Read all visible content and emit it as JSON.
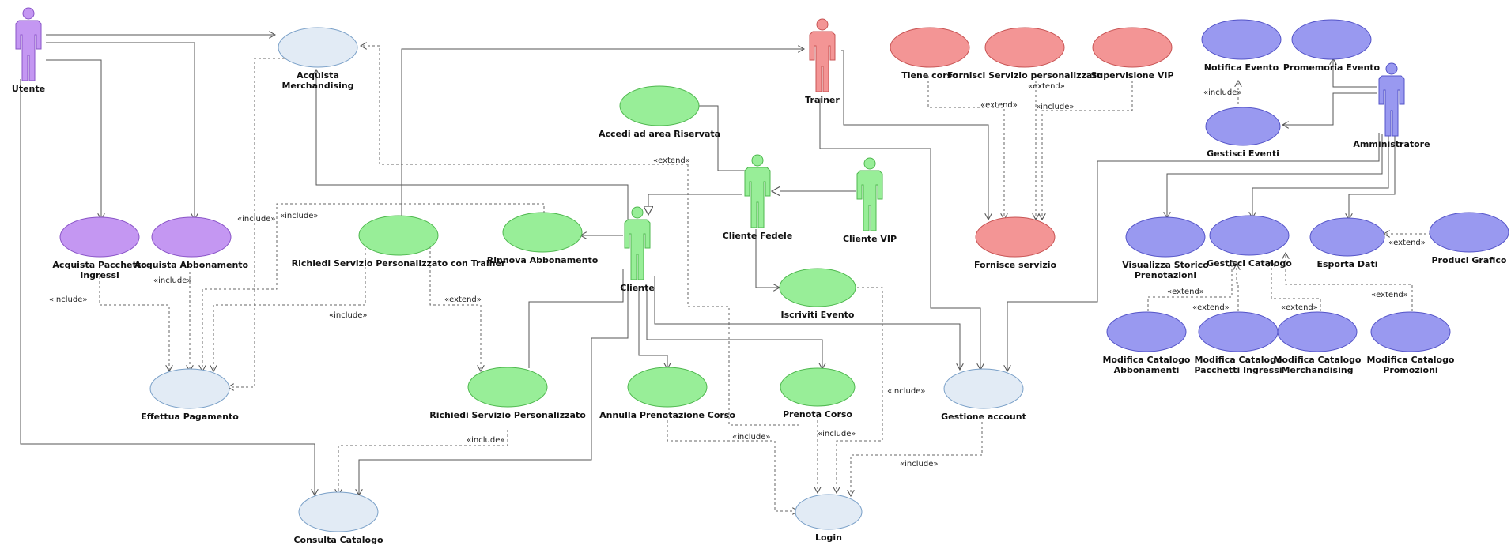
{
  "colors": {
    "utente": "#c497f2",
    "trainer": "#f39595",
    "cliente": "#98ee98",
    "admin": "#9999f0",
    "neutral": "#e2ebf5",
    "utente_stroke": "#8a55c8",
    "trainer_stroke": "#c85454",
    "cliente_stroke": "#4fb84f",
    "admin_stroke": "#5454c8",
    "neutral_stroke": "#7aa0c8"
  },
  "actors": [
    {
      "id": "utente",
      "name": "Utente"
    },
    {
      "id": "trainer",
      "name": "Trainer"
    },
    {
      "id": "amministratore",
      "name": "Amministratore"
    },
    {
      "id": "cliente",
      "name": "Cliente"
    },
    {
      "id": "cliente_fedele",
      "name": "Cliente Fedele"
    },
    {
      "id": "cliente_vip",
      "name": "Cliente VIP"
    }
  ],
  "usecases": [
    {
      "id": "acquista_merch",
      "lines": [
        "Acquista",
        "Merchandising"
      ]
    },
    {
      "id": "acquista_pacchetto",
      "lines": [
        "Acquista Pacchetto",
        "Ingressi"
      ]
    },
    {
      "id": "acquista_abbonamento",
      "lines": [
        "Acquista Abbonamento"
      ]
    },
    {
      "id": "effettua_pagamento",
      "lines": [
        "Effettua Pagamento"
      ]
    },
    {
      "id": "consulta_catalogo",
      "lines": [
        "Consulta Catalogo"
      ]
    },
    {
      "id": "richiedi_trainer",
      "lines": [
        "Richiedi Servizio Personalizzato con Trainer"
      ]
    },
    {
      "id": "rinnova_abbonamento",
      "lines": [
        "Rinnova Abbonamento"
      ]
    },
    {
      "id": "accedi_riservata",
      "lines": [
        "Accedi ad area Riservata"
      ]
    },
    {
      "id": "richiedi_servizio",
      "lines": [
        "Richiedi Servizio Personalizzato"
      ]
    },
    {
      "id": "annulla_prenotazione",
      "lines": [
        "Annulla Prenotazione Corso"
      ]
    },
    {
      "id": "prenota_corso",
      "lines": [
        "Prenota Corso"
      ]
    },
    {
      "id": "iscriviti_evento",
      "lines": [
        "Iscriviti Evento"
      ]
    },
    {
      "id": "login",
      "lines": [
        "Login"
      ]
    },
    {
      "id": "gestione_account",
      "lines": [
        "Gestione account"
      ]
    },
    {
      "id": "tiene_corso",
      "lines": [
        "Tiene corso"
      ]
    },
    {
      "id": "fornisci_servizio",
      "lines": [
        "Fornisci Servizio personalizzato"
      ]
    },
    {
      "id": "supervisione_vip",
      "lines": [
        "Supervisione VIP"
      ]
    },
    {
      "id": "fornisce_servizio",
      "lines": [
        "Fornisce servizio"
      ]
    },
    {
      "id": "notifica_evento",
      "lines": [
        "Notifica Evento"
      ]
    },
    {
      "id": "promemoria_evento",
      "lines": [
        "Promemoria Evento"
      ]
    },
    {
      "id": "gestisci_eventi",
      "lines": [
        "Gestisci Eventi"
      ]
    },
    {
      "id": "visualizza_storico",
      "lines": [
        "Visualizza Storico",
        "Prenotazioni"
      ]
    },
    {
      "id": "gestisci_catalogo",
      "lines": [
        "Gestisci Catalogo"
      ]
    },
    {
      "id": "esporta_dati",
      "lines": [
        "Esporta Dati"
      ]
    },
    {
      "id": "produci_grafico",
      "lines": [
        "Produci Grafico"
      ]
    },
    {
      "id": "mod_abbonamenti",
      "lines": [
        "Modifica Catalogo",
        "Abbonamenti"
      ]
    },
    {
      "id": "mod_pacchetti",
      "lines": [
        "Modifica Catalogo",
        "Pacchetti Ingressi"
      ]
    },
    {
      "id": "mod_merch",
      "lines": [
        "Modifica Catalogo",
        "Merchandising"
      ]
    },
    {
      "id": "mod_promozioni",
      "lines": [
        "Modifica Catalogo",
        "Promozioni"
      ]
    }
  ],
  "stereotypes": {
    "include": "«include»",
    "extend": "«extend»"
  }
}
